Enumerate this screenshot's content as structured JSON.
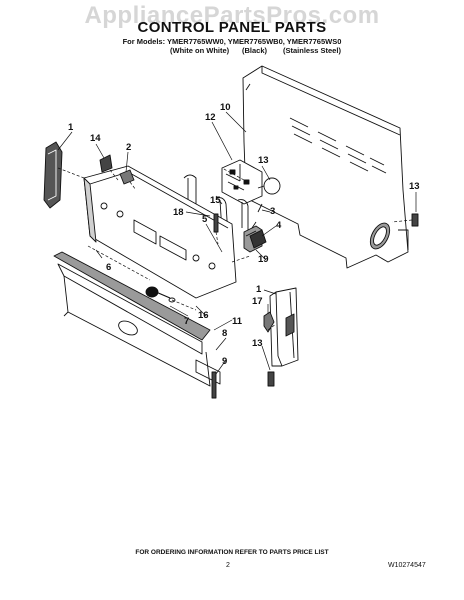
{
  "watermark": "AppliancePartsPros.com",
  "title": "CONTROL PANEL PARTS",
  "models_line": "For Models: YMER7765WW0, YMER7765WB0, YMER7765WS0",
  "variants": [
    "(White on White)",
    "(Black)",
    "(Stainless Steel)"
  ],
  "callouts": [
    "1",
    "14",
    "2",
    "10",
    "12",
    "13",
    "13",
    "15",
    "18",
    "4",
    "3",
    "19",
    "5",
    "6",
    "7",
    "16",
    "11",
    "8",
    "9",
    "17",
    "1",
    "13"
  ],
  "footer": {
    "ordering_note": "FOR ORDERING INFORMATION REFER TO PARTS PRICE LIST",
    "page_number": "2",
    "doc_number": "W10274547"
  },
  "colors": {
    "ink": "#111111",
    "watermark": "#d6d6d6",
    "shade": "#9a9a9a",
    "paper": "#ffffff"
  }
}
